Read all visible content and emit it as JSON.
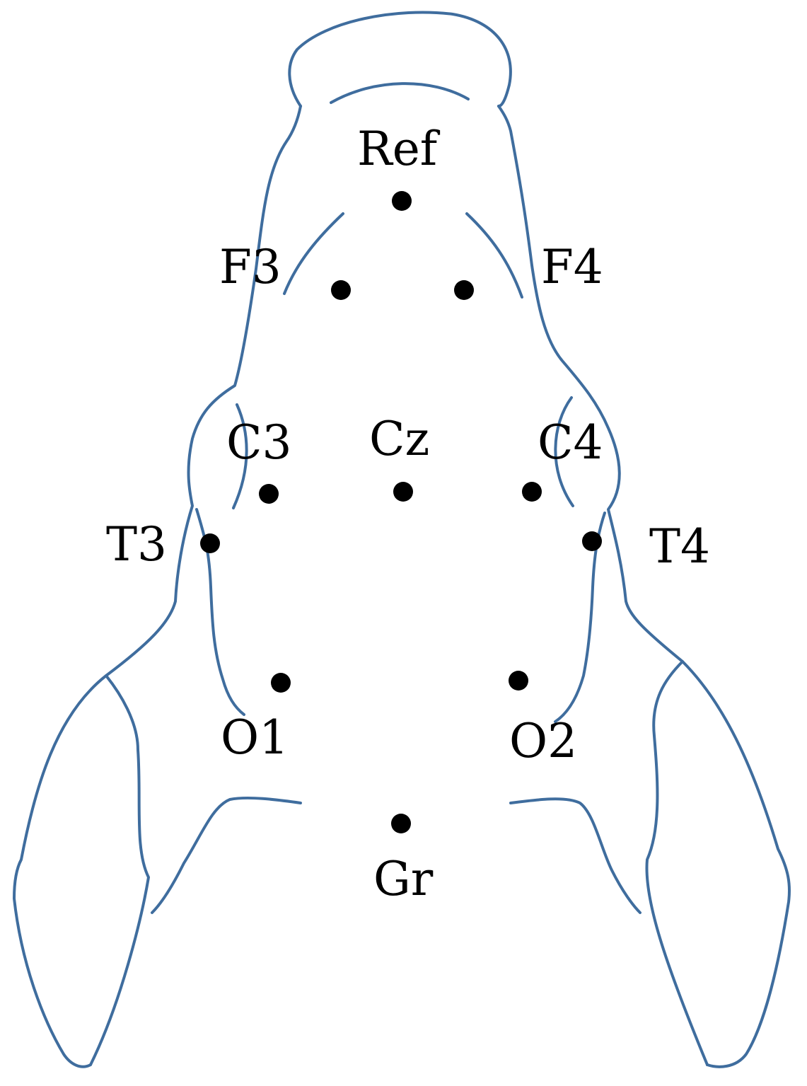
{
  "colors": {
    "outline": "#3f6d9e",
    "electrode": "#000000",
    "label": "#000000"
  },
  "electrodes": [
    {
      "id": "ref",
      "label": "Ref"
    },
    {
      "id": "f3",
      "label": "F3"
    },
    {
      "id": "f4",
      "label": "F4"
    },
    {
      "id": "c3",
      "label": "C3"
    },
    {
      "id": "cz",
      "label": "Cz"
    },
    {
      "id": "c4",
      "label": "C4"
    },
    {
      "id": "t3",
      "label": "T3"
    },
    {
      "id": "t4",
      "label": "T4"
    },
    {
      "id": "o1",
      "label": "O1"
    },
    {
      "id": "o2",
      "label": "O2"
    },
    {
      "id": "gr",
      "label": "Gr"
    }
  ]
}
